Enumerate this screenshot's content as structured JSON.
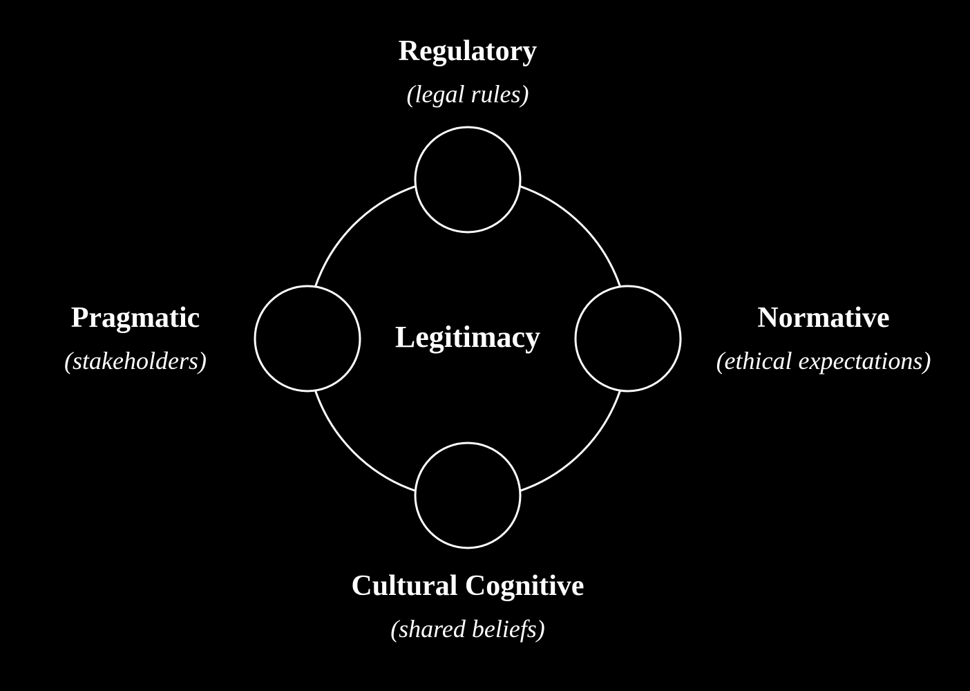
{
  "center": {
    "label": "Legitimacy"
  },
  "nodes": [
    {
      "id": "regulatory",
      "title": "Regulatory",
      "subtitle": "(legal rules)"
    },
    {
      "id": "normative",
      "title": "Normative",
      "subtitle": "(ethical expectations)"
    },
    {
      "id": "cultural-cognitive",
      "title": "Cultural Cognitive",
      "subtitle": "(shared beliefs)"
    },
    {
      "id": "pragmatic",
      "title": "Pragmatic",
      "subtitle": "(stakeholders)"
    }
  ],
  "colors": {
    "background": "#000000",
    "foreground": "#ffffff"
  }
}
